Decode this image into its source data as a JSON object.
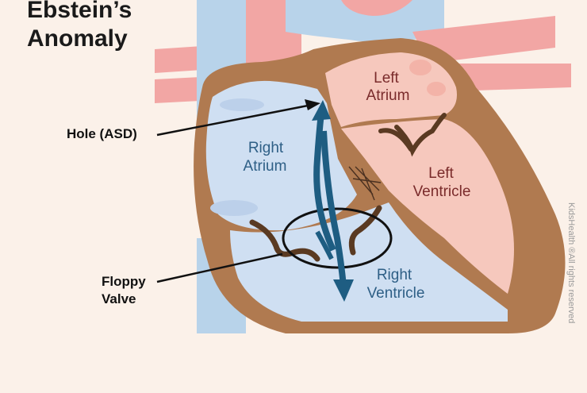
{
  "title": {
    "line1": "Ebstein’s",
    "line2": "Anomaly"
  },
  "callouts": {
    "hole": "Hole (ASD)",
    "floppy_line1": "Floppy",
    "floppy_line2": "Valve"
  },
  "chambers": {
    "left_atrium": [
      "Left",
      "Atrium"
    ],
    "right_atrium": [
      "Right",
      "Atrium"
    ],
    "left_ventricle": [
      "Left",
      "Ventricle"
    ],
    "right_ventricle": [
      "Right",
      "Ventricle"
    ]
  },
  "credit": "KidsHealth ®All rights reserved",
  "colors": {
    "background": "#fbf1e9",
    "vein_blue": "#b8d3ea",
    "artery_red": "#f2a6a4",
    "heart_wall": "#b07a50",
    "deoxygenated": "#cfdff2",
    "oxygenated": "#f6c8bd",
    "arrow": "#1e5d82",
    "valve": "#5a3a22",
    "outline": "#111111"
  },
  "icons": {
    "flow_arrow": "blood-flow-arrow-icon"
  }
}
